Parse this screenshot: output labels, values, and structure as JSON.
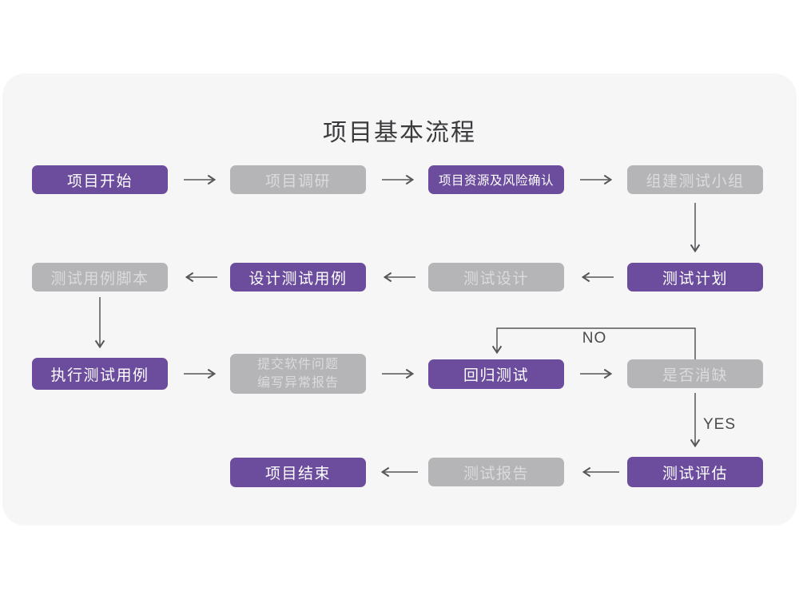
{
  "title": "项目基本流程",
  "flowchart": {
    "nodes": [
      {
        "label": "项目开始",
        "variant": "purple"
      },
      {
        "label": "项目调研",
        "variant": "gray"
      },
      {
        "label": "项目资源及风险确认",
        "variant": "purple"
      },
      {
        "label": "组建测试小组",
        "variant": "gray"
      },
      {
        "label": "测试计划",
        "variant": "purple"
      },
      {
        "label": "测试设计",
        "variant": "gray"
      },
      {
        "label": "设计测试用例",
        "variant": "purple"
      },
      {
        "label": "测试用例脚本",
        "variant": "gray"
      },
      {
        "label": "执行测试用例",
        "variant": "purple"
      },
      {
        "label": "提交软件问题\n编写异常报告",
        "variant": "gray"
      },
      {
        "label": "回归测试",
        "variant": "purple"
      },
      {
        "label": "是否消缺",
        "variant": "gray"
      },
      {
        "label": "测试评估",
        "variant": "purple"
      },
      {
        "label": "测试报告",
        "variant": "gray"
      },
      {
        "label": "项目结束",
        "variant": "purple"
      }
    ],
    "branch_labels": {
      "no": "NO",
      "yes": "YES"
    },
    "colors": {
      "purple": "#6B4C9D",
      "gray": "#B5B4B6",
      "card_bg": "#F6F6F7",
      "arrow": "#57575A"
    }
  }
}
